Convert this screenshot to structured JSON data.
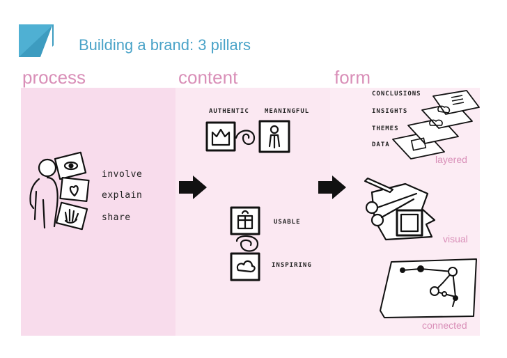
{
  "title": "Building a brand: 3 pillars",
  "columns": {
    "process": "process",
    "content": "content",
    "form": "form"
  },
  "process_items": [
    "involve",
    "explain",
    "share"
  ],
  "content_labels": {
    "authentic": "AUTHENTIC",
    "meaningful": "MEANINGFUL",
    "usable": "USABLE",
    "inspiring": "INSPIRING"
  },
  "form_stack": {
    "conclusions": "CONCLUSIONS",
    "insights": "INSIGHTS",
    "themes": "THEMES",
    "data": "DATA"
  },
  "form_labels": {
    "layered": "layered",
    "visual": "visual",
    "connected": "connected"
  },
  "colors": {
    "title": "#4aa3c8",
    "heading": "#d98fb8",
    "panel_process": "#f8dcec",
    "panel_content": "#fbe8f2",
    "panel_form": "#fcecf4",
    "corner_accent": "#4fb0d3"
  }
}
